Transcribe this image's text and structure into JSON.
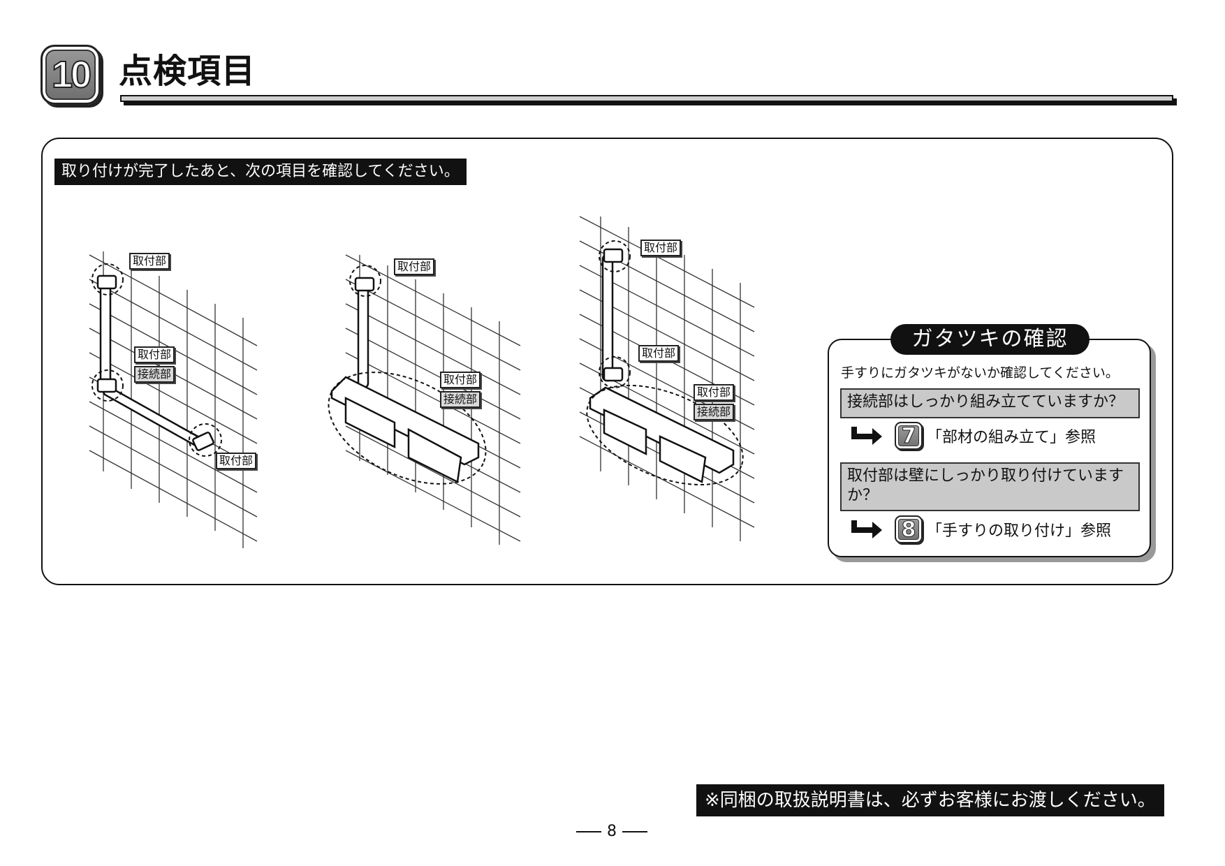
{
  "header": {
    "section_number": "10",
    "title": "点検項目"
  },
  "intro": "取り付けが完了したあと、次の項目を確認してください。",
  "figures": {
    "fig1": {
      "top": "取付部",
      "mid_a": "取付部",
      "mid_b": "接続部",
      "end": "取付部"
    },
    "fig2": {
      "top": "取付部",
      "mid_a": "取付部",
      "mid_b": "接続部"
    },
    "fig3": {
      "top": "取付部",
      "mid": "取付部",
      "low_a": "取付部",
      "low_b": "接続部"
    }
  },
  "check": {
    "heading": "ガタツキの確認",
    "intro": "手すりにガタツキがないか確認してください。",
    "items": [
      {
        "question": "接続部はしっかり組み立てていますか？",
        "ref_number": "7",
        "ref_text": "「部材の組み立て」参照"
      },
      {
        "question": "取付部は壁にしっかり取り付けていますか？",
        "ref_number": "8",
        "ref_text": "「手すりの取り付け」参照"
      }
    ]
  },
  "footer": {
    "note": "※同梱の取扱説明書は、必ずお客様にお渡しください。",
    "page": "8"
  }
}
